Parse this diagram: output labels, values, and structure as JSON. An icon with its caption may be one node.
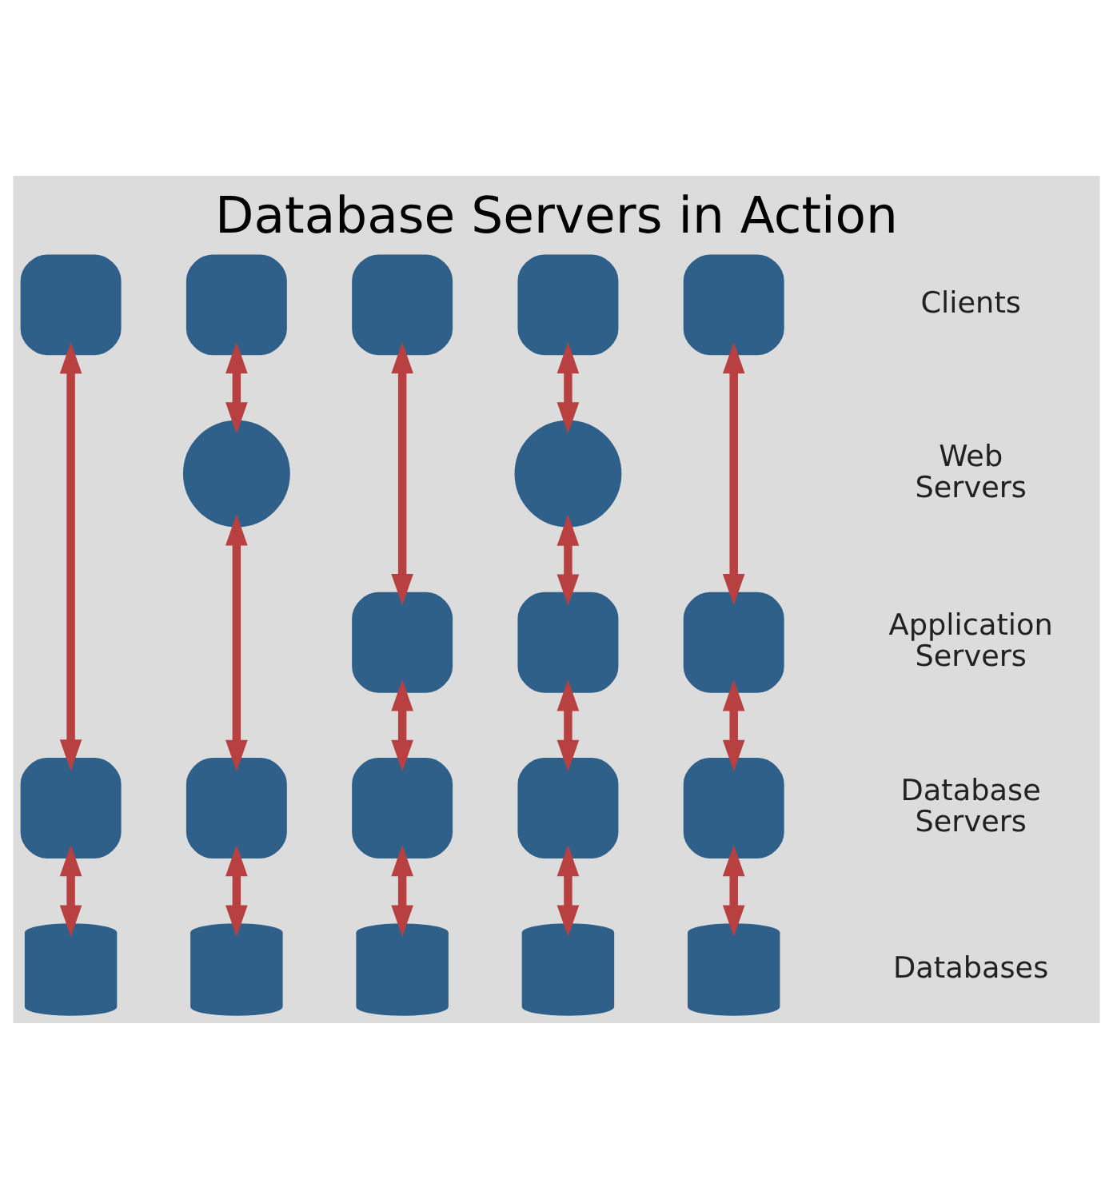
{
  "diagram": {
    "title": "Database Servers in Action",
    "nodes": [
      {
        "text": [],
        "shape": "box"
      },
      {
        "text": [],
        "shape": "box"
      },
      {
        "text": [],
        "shape": "box"
      },
      {
        "text": [],
        "shape": "box"
      },
      {
        "text": [],
        "shape": "box"
      },
      {
        "text": [],
        "shape": "circle"
      },
      {
        "text": [],
        "shape": "circle"
      },
      {
        "text": [],
        "shape": "box"
      },
      {
        "text": [],
        "shape": "box"
      },
      {
        "text": [],
        "shape": "box"
      },
      {
        "text": [],
        "shape": "box"
      },
      {
        "text": [],
        "shape": "box"
      },
      {
        "text": [],
        "shape": "box"
      },
      {
        "text": [],
        "shape": "box"
      },
      {
        "text": [],
        "shape": "box"
      },
      {
        "text": [],
        "shape": "cylinder"
      },
      {
        "text": [],
        "shape": "cylinder"
      },
      {
        "text": [],
        "shape": "cylinder"
      },
      {
        "text": [],
        "shape": "cylinder"
      },
      {
        "text": [],
        "shape": "cylinder"
      }
    ],
    "edges": [
      {
        "from": 0,
        "to": 10,
        "arrow": "both"
      },
      {
        "from": 1,
        "to": 5,
        "arrow": "both"
      },
      {
        "from": 5,
        "to": 11,
        "arrow": "both"
      },
      {
        "from": 2,
        "to": 7,
        "arrow": "both"
      },
      {
        "from": 7,
        "to": 12,
        "arrow": "both"
      },
      {
        "from": 3,
        "to": 6,
        "arrow": "both"
      },
      {
        "from": 6,
        "to": 8,
        "arrow": "both"
      },
      {
        "from": 8,
        "to": 13,
        "arrow": "both"
      },
      {
        "from": 4,
        "to": 9,
        "arrow": "both"
      },
      {
        "from": 9,
        "to": 14,
        "arrow": "both"
      },
      {
        "from": 10,
        "to": 15,
        "arrow": "both"
      },
      {
        "from": 11,
        "to": 16,
        "arrow": "both"
      },
      {
        "from": 12,
        "to": 17,
        "arrow": "both"
      },
      {
        "from": 13,
        "to": 18,
        "arrow": "both"
      },
      {
        "from": 14,
        "to": 19,
        "arrow": "both"
      }
    ],
    "labels": [
      "Clients",
      "Web Servers",
      "Application Servers",
      "Database Servers",
      "Databases"
    ]
  }
}
